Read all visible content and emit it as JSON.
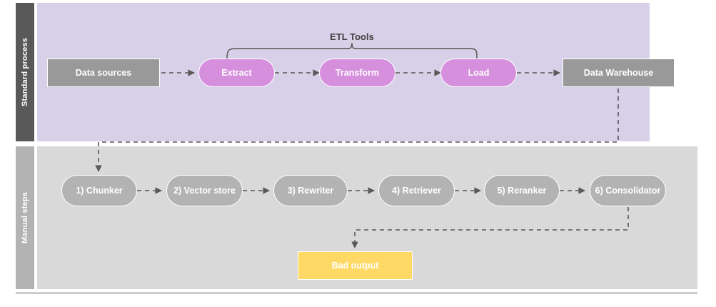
{
  "diagram": {
    "title_visible": false,
    "colors": {
      "lane_standard_bg": "#d7d0e8",
      "lane_standard_label_bg": "#595959",
      "lane_manual_bg": "#d9d9d9",
      "lane_manual_label_bg": "#b3b3b3",
      "node_gray": "#999999",
      "node_purple": "#d68fdd",
      "node_pill_gray": "#b3b3b3",
      "node_yellow": "#ffd966",
      "connector": "#595959",
      "text_light": "#ffffff",
      "text_dark": "#404040"
    }
  },
  "lanes": [
    {
      "id": "standard",
      "label": "Standard process"
    },
    {
      "id": "manual",
      "label": "Manual steps"
    }
  ],
  "standard_process": {
    "annotation": {
      "label": "ETL Tools",
      "spans": [
        "Extract",
        "Transform",
        "Load"
      ]
    },
    "nodes": [
      {
        "id": "data-sources",
        "label": "Data sources",
        "shape": "rectangle",
        "color": "#999999"
      },
      {
        "id": "extract",
        "label": "Extract",
        "shape": "pill",
        "color": "#d68fdd"
      },
      {
        "id": "transform",
        "label": "Transform",
        "shape": "pill",
        "color": "#d68fdd"
      },
      {
        "id": "load",
        "label": "Load",
        "shape": "pill",
        "color": "#d68fdd"
      },
      {
        "id": "data-warehouse",
        "label": "Data Warehouse",
        "shape": "rectangle",
        "color": "#999999"
      }
    ]
  },
  "manual_steps": {
    "nodes": [
      {
        "id": "chunker",
        "step": "1)",
        "label": "1) Chunker",
        "shape": "pill",
        "color": "#b3b3b3"
      },
      {
        "id": "vector-store",
        "step": "2)",
        "label": "2) Vector store",
        "shape": "pill",
        "color": "#b3b3b3"
      },
      {
        "id": "rewriter",
        "step": "3)",
        "label": "3) Rewriter",
        "shape": "pill",
        "color": "#b3b3b3"
      },
      {
        "id": "retriever",
        "step": "4)",
        "label": "4) Retriever",
        "shape": "pill",
        "color": "#b3b3b3"
      },
      {
        "id": "reranker",
        "step": "5)",
        "label": "5) Reranker",
        "shape": "pill",
        "color": "#b3b3b3"
      },
      {
        "id": "consolidator",
        "step": "6)",
        "label": "6) Consolidator",
        "shape": "pill",
        "color": "#b3b3b3"
      }
    ],
    "output": {
      "id": "bad-output",
      "label": "Bad output",
      "shape": "rectangle",
      "color": "#ffd966"
    }
  },
  "edges": [
    {
      "from": "data-sources",
      "to": "extract",
      "style": "dashed",
      "arrow": true
    },
    {
      "from": "extract",
      "to": "transform",
      "style": "dashed",
      "arrow": true
    },
    {
      "from": "transform",
      "to": "load",
      "style": "dashed",
      "arrow": true
    },
    {
      "from": "load",
      "to": "data-warehouse",
      "style": "dashed",
      "arrow": true
    },
    {
      "from": "data-warehouse",
      "to": "chunker",
      "style": "dashed",
      "arrow": true
    },
    {
      "from": "chunker",
      "to": "vector-store",
      "style": "dashed",
      "arrow": true
    },
    {
      "from": "vector-store",
      "to": "rewriter",
      "style": "dashed",
      "arrow": true
    },
    {
      "from": "rewriter",
      "to": "retriever",
      "style": "dashed",
      "arrow": true
    },
    {
      "from": "retriever",
      "to": "reranker",
      "style": "dashed",
      "arrow": true
    },
    {
      "from": "reranker",
      "to": "consolidator",
      "style": "dashed",
      "arrow": true
    },
    {
      "from": "consolidator",
      "to": "bad-output",
      "style": "dashed",
      "arrow": true
    }
  ]
}
